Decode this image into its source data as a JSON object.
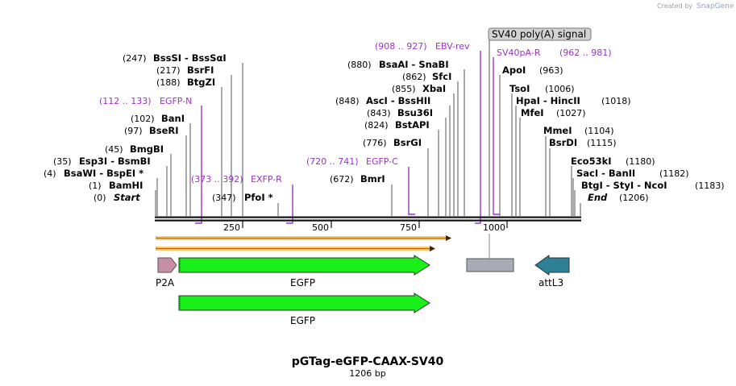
{
  "header": {
    "credit": "Created by",
    "brand": "SnapGene"
  },
  "map": {
    "title": "pGTag-eGFP-CAAX-SV40",
    "subtitle": "1206 bp",
    "ticks": [
      "250",
      "500",
      "750",
      "1000"
    ]
  },
  "sites": {
    "s247": {
      "pos": "(247)",
      "name": "BssSI  -  BssSαI"
    },
    "s217": {
      "pos": "(217)",
      "name": "BsrFI"
    },
    "s188": {
      "pos": "(188)",
      "name": "BtgZI"
    },
    "s102": {
      "pos": "(102)",
      "name": "BanI"
    },
    "s97": {
      "pos": "(97)",
      "name": "BseRI"
    },
    "s45": {
      "pos": "(45)",
      "name": "BmgBI"
    },
    "s35": {
      "pos": "(35)",
      "name": "Esp3I  -  BsmBI"
    },
    "s4": {
      "pos": "(4)",
      "name": "BsaWI  -  BspEI *"
    },
    "s1": {
      "pos": "(1)",
      "name": "BamHI"
    },
    "s0": {
      "pos": "(0)",
      "name": "Start"
    },
    "s347": {
      "pos": "(347)",
      "name": "PfoI *"
    },
    "s880": {
      "pos": "(880)",
      "name": "BsaAI  -  SnaBI"
    },
    "s862": {
      "pos": "(862)",
      "name": "SfcI"
    },
    "s855": {
      "pos": "(855)",
      "name": "XbaI"
    },
    "s848": {
      "pos": "(848)",
      "name": "AscI  -  BssHII"
    },
    "s843": {
      "pos": "(843)",
      "name": "Bsu36I"
    },
    "s824": {
      "pos": "(824)",
      "name": "BstAPI"
    },
    "s776": {
      "pos": "(776)",
      "name": "BsrGI"
    },
    "s672": {
      "pos": "(672)",
      "name": "BmrI"
    },
    "s963": {
      "pos": "(963)",
      "name": "ApoI"
    },
    "s1006": {
      "pos": "(1006)",
      "name": "TsoI"
    },
    "s1018": {
      "pos": "(1018)",
      "name": "HpaI  -  HincII"
    },
    "s1027": {
      "pos": "(1027)",
      "name": "MfeI"
    },
    "s1104": {
      "pos": "(1104)",
      "name": "MmeI"
    },
    "s1115": {
      "pos": "(1115)",
      "name": "BsrDI"
    },
    "s1180": {
      "pos": "(1180)",
      "name": "Eco53kI"
    },
    "s1182": {
      "pos": "(1182)",
      "name": "SacI  -  BanII"
    },
    "s1183": {
      "pos": "(1183)",
      "name": "BtgI  -  StyI  -  NcoI"
    },
    "s1206": {
      "pos": "(1206)",
      "name": "End"
    }
  },
  "primers": {
    "egfp_n": {
      "range": "(112 .. 133)",
      "name": "EGFP-N"
    },
    "exfp_r": {
      "range": "(373 .. 392)",
      "name": "EXFP-R"
    },
    "egfp_c": {
      "range": "(720 .. 741)",
      "name": "EGFP-C"
    },
    "ebv_rev": {
      "range": "(908 .. 927)",
      "name": "EBV-rev"
    },
    "sv40pa_r": {
      "name": "SV40pA-R",
      "range": "(962 .. 981)"
    }
  },
  "features": {
    "sv40_signal": "SV40 poly(A) signal",
    "p2a": "P2A",
    "egfp_1": "EGFP",
    "egfp_2": "EGFP",
    "attl3": "attL3"
  },
  "colors": {
    "primer": "#9b32c8",
    "egfp": "#19f019",
    "p2a": "#c68da6",
    "attl3": "#2d8096",
    "polya": "#a8adb5",
    "orf_fill": "#fbc56e",
    "orf_arrow": "#b45f00"
  }
}
